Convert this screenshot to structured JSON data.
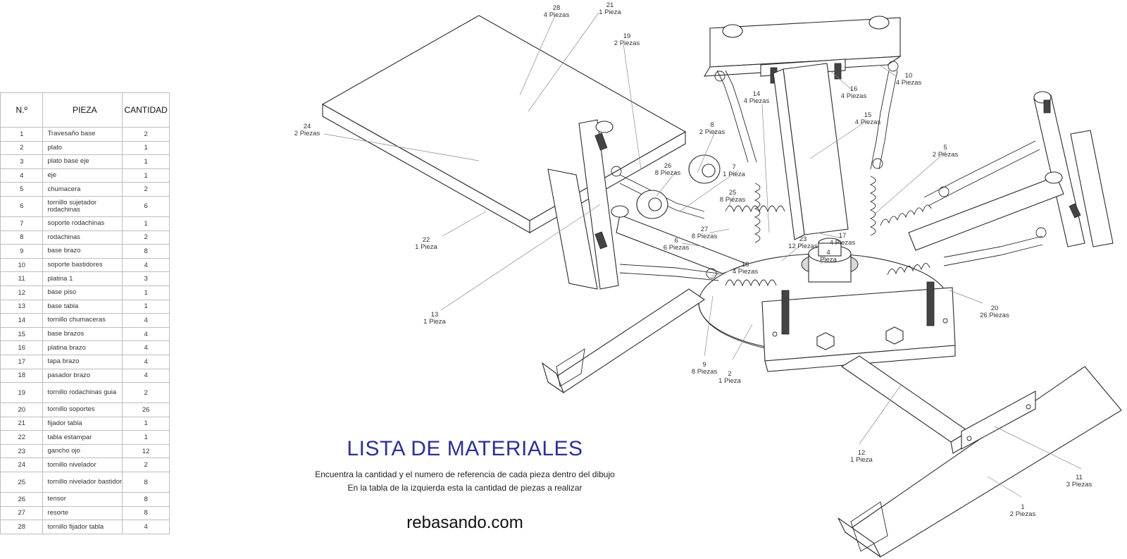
{
  "table": {
    "headers": {
      "no": "N.º",
      "piece": "PIEZA",
      "qty": "CANTIDAD"
    },
    "rows": [
      {
        "no": "1",
        "piece": "Travesaño base",
        "qty": "2"
      },
      {
        "no": "2",
        "piece": "plato",
        "qty": "1"
      },
      {
        "no": "3",
        "piece": "plato base eje",
        "qty": "1"
      },
      {
        "no": "4",
        "piece": "eje",
        "qty": "1"
      },
      {
        "no": "5",
        "piece": "chumacera",
        "qty": "2"
      },
      {
        "no": "6",
        "piece": "tornillo sujetador rodachinas",
        "qty": "6"
      },
      {
        "no": "7",
        "piece": "soporte rodachinas",
        "qty": "1"
      },
      {
        "no": "8",
        "piece": "rodachinas",
        "qty": "2"
      },
      {
        "no": "9",
        "piece": "base brazo",
        "qty": "8"
      },
      {
        "no": "10",
        "piece": "soporte bastidores",
        "qty": "4"
      },
      {
        "no": "11",
        "piece": "platina 1",
        "qty": "3"
      },
      {
        "no": "12",
        "piece": "base piso",
        "qty": "1"
      },
      {
        "no": "13",
        "piece": "base tabla",
        "qty": "1"
      },
      {
        "no": "14",
        "piece": "tornillo chumaceras",
        "qty": "4"
      },
      {
        "no": "15",
        "piece": "base brazos",
        "qty": "4"
      },
      {
        "no": "16",
        "piece": "platina brazo",
        "qty": "4"
      },
      {
        "no": "17",
        "piece": "tapa brazo",
        "qty": "4"
      },
      {
        "no": "18",
        "piece": "pasador brazo",
        "qty": "4"
      },
      {
        "no": "19",
        "piece": "tornillo rodachinas guia",
        "qty": "2"
      },
      {
        "no": "20",
        "piece": "tornillo soportes",
        "qty": "26"
      },
      {
        "no": "21",
        "piece": "fijador tabla",
        "qty": "1"
      },
      {
        "no": "22",
        "piece": "tabla estampar",
        "qty": "1"
      },
      {
        "no": "23",
        "piece": "gancho ojo",
        "qty": "12"
      },
      {
        "no": "24",
        "piece": "tornillo nivelador",
        "qty": "2"
      },
      {
        "no": "25",
        "piece": "tornillo nivelador bastidor",
        "qty": "8"
      },
      {
        "no": "26",
        "piece": "tensor",
        "qty": "8"
      },
      {
        "no": "27",
        "piece": "resorte",
        "qty": "8"
      },
      {
        "no": "28",
        "piece": "tornillo fijador tabla",
        "qty": "4"
      }
    ]
  },
  "callouts": [
    {
      "num": "28",
      "qty": "4 Piezas"
    },
    {
      "num": "21",
      "qty": "1 Pieza"
    },
    {
      "num": "19",
      "qty": "2 Piezas"
    },
    {
      "num": "24",
      "qty": "2 Piezas"
    },
    {
      "num": "10",
      "qty": "4 Piezas"
    },
    {
      "num": "16",
      "qty": "4 Piezas"
    },
    {
      "num": "14",
      "qty": "4 Piezas"
    },
    {
      "num": "15",
      "qty": "4 Piezas"
    },
    {
      "num": "8",
      "qty": "2 Piezas"
    },
    {
      "num": "26",
      "qty": "8 Piezas"
    },
    {
      "num": "7",
      "qty": "1 Pieza"
    },
    {
      "num": "5",
      "qty": "2 Piezas"
    },
    {
      "num": "25",
      "qty": "8 Piezas"
    },
    {
      "num": "22",
      "qty": "1 Pieza"
    },
    {
      "num": "27",
      "qty": "8 Piezas"
    },
    {
      "num": "6",
      "qty": "6 Piezas"
    },
    {
      "num": "23",
      "qty": "12 Piezas"
    },
    {
      "num": "17",
      "qty": "4 Piezas"
    },
    {
      "num": "4",
      "qty": "Pieza"
    },
    {
      "num": "18",
      "qty": "4 Piezas"
    },
    {
      "num": "13",
      "qty": "1 Pieza"
    },
    {
      "num": "20",
      "qty": "26 Piezas"
    },
    {
      "num": "9",
      "qty": "8 Piezas"
    },
    {
      "num": "2",
      "qty": "1 Pieza"
    },
    {
      "num": "12",
      "qty": "1 Pieza"
    },
    {
      "num": "11",
      "qty": "3 Piezas"
    },
    {
      "num": "1",
      "qty": "2 Piezas"
    }
  ],
  "heading": {
    "title": "LISTA DE MATERIALES",
    "line1": "Encuentra la cantidad y el numero de referencia de cada pieza dentro del dibujo",
    "line2": "En la tabla de la izquierda esta la cantidad de piezas a realizar"
  },
  "website": "rebasando.com",
  "colors": {
    "title": "#2e3192",
    "lines": "#2a2a2a"
  }
}
